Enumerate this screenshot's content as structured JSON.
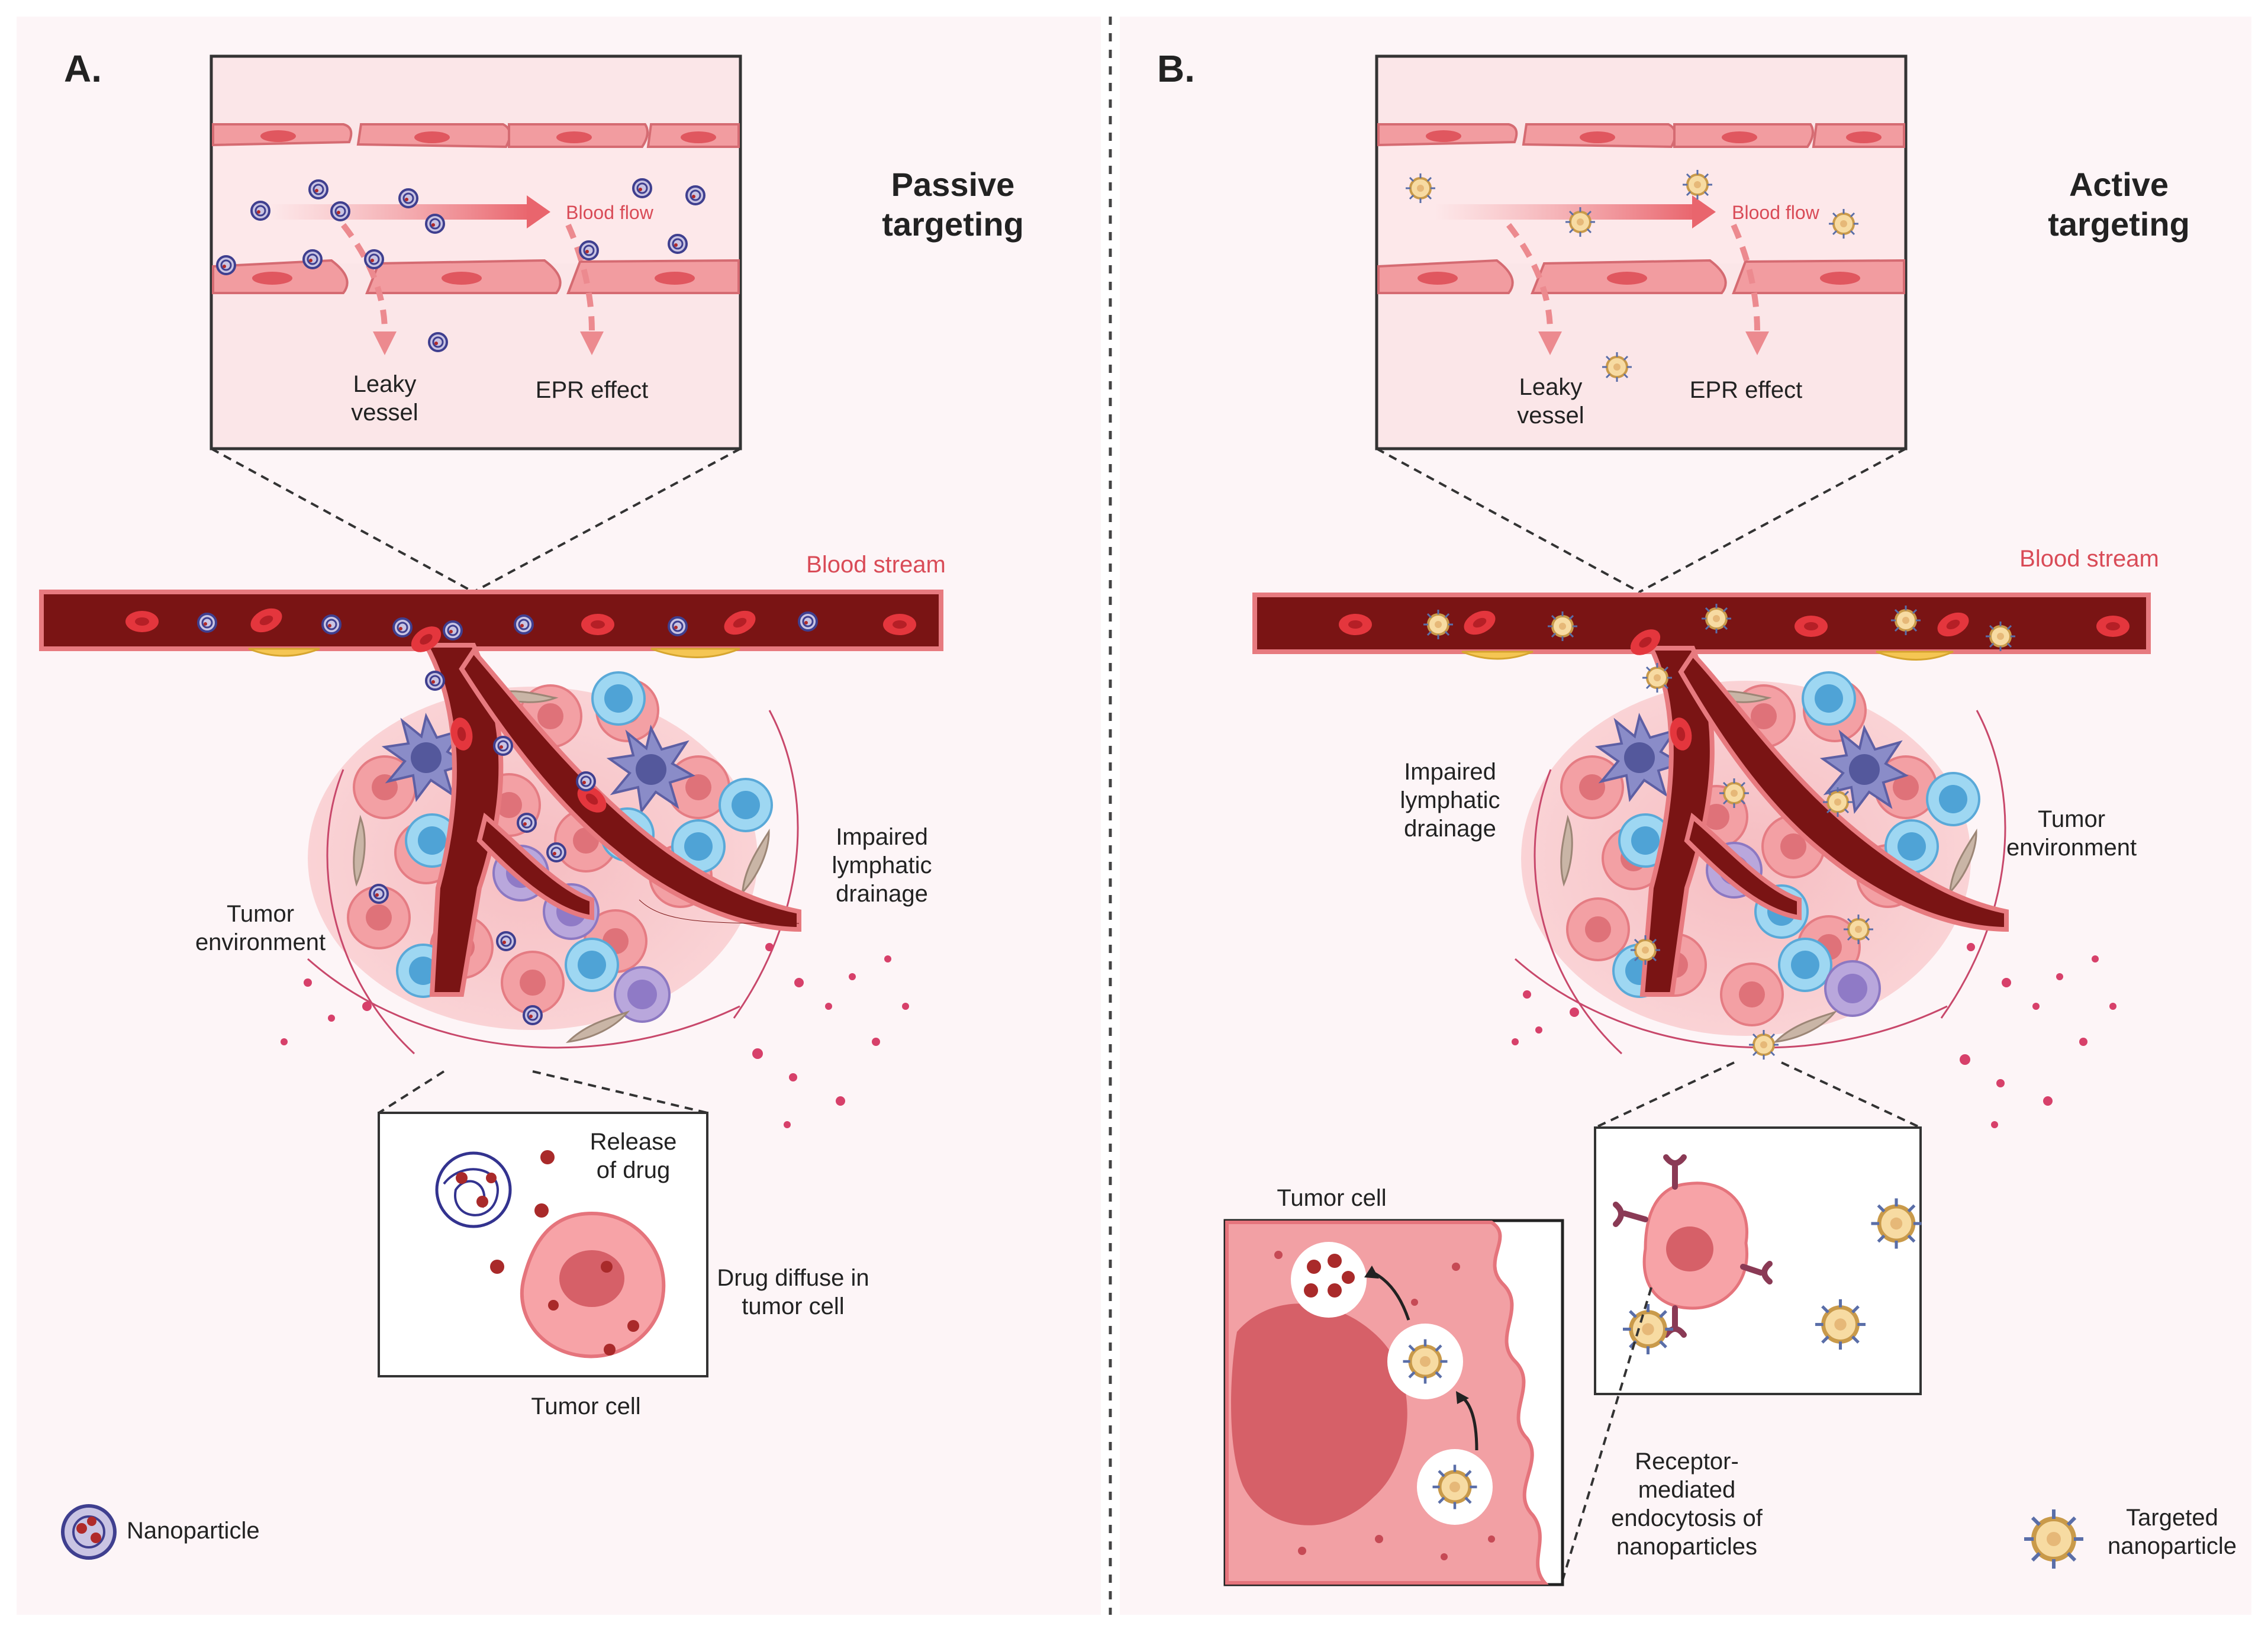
{
  "panel_a": {
    "letter": "A.",
    "title": "Passive\ntargeting",
    "blood_flow": "Blood flow",
    "leaky_vessel": "Leaky\nvessel",
    "epr_effect": "EPR effect",
    "blood_stream": "Blood stream",
    "impaired_drainage": "Impaired\nlymphatic\ndrainage",
    "tumor_environment": "Tumor\nenvironment",
    "release_of_drug": "Release\nof drug",
    "drug_diffuse": "Drug diffuse in\ntumor cell",
    "tumor_cell": "Tumor cell",
    "legend_label": "Nanoparticle"
  },
  "panel_b": {
    "letter": "B.",
    "title": "Active\ntargeting",
    "blood_flow": "Blood flow",
    "leaky_vessel": "Leaky\nvessel",
    "epr_effect": "EPR effect",
    "blood_stream": "Blood stream",
    "impaired_drainage": "Impaired\nlymphatic\ndrainage",
    "tumor_environment": "Tumor\nenvironment",
    "tumor_cell": "Tumor cell",
    "receptor_endocytosis": "Receptor-\nmediated\nendocytosis of\nnanoparticles",
    "legend_label": "Targeted\nnanoparticle"
  },
  "colors": {
    "background": "#fdf5f7",
    "vessel_dark": "#7a1414",
    "vessel_wall": "#e77a7f",
    "tumor_cell": "#f3a2a6",
    "nanoparticle": "#4b4f9a",
    "targeted_nanoparticle": "#f6d79a",
    "accent_red": "#d94b57"
  }
}
